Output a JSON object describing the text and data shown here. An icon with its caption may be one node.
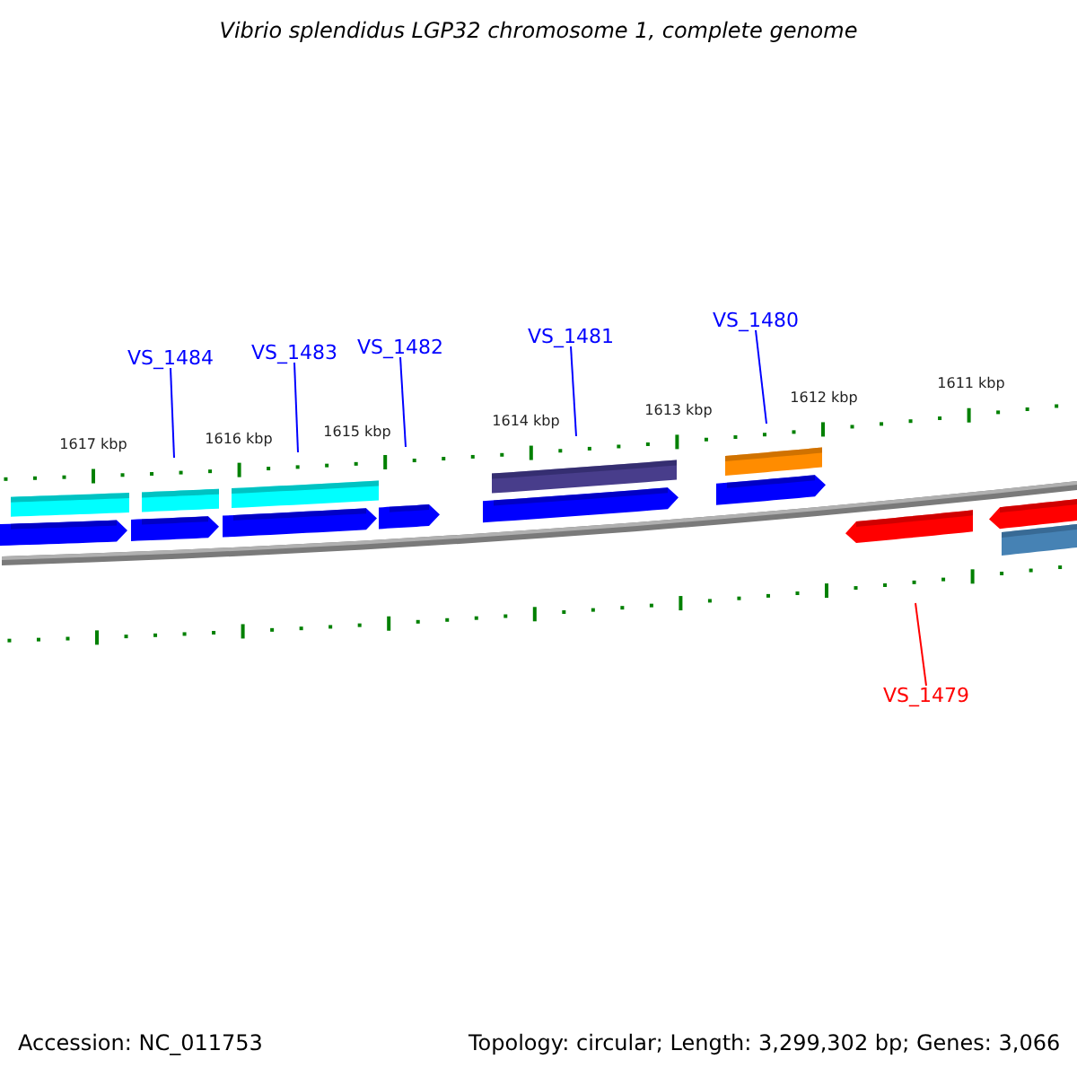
{
  "diagram": {
    "title": "Vibrio splendidus LGP32 chromosome 1, complete genome",
    "nodes": [
      {
        "text": [
          "VS_1484"
        ]
      },
      {
        "text": [
          "VS_1483"
        ]
      },
      {
        "text": [
          "VS_1482"
        ]
      },
      {
        "text": [
          "VS_1481"
        ]
      },
      {
        "text": [
          "VS_1480"
        ]
      },
      {
        "text": [
          "VS_1479"
        ]
      }
    ],
    "edges": [
      {
        "from": 0,
        "to": null,
        "arrow": "none"
      },
      {
        "from": 1,
        "to": null,
        "arrow": "none"
      },
      {
        "from": 2,
        "to": null,
        "arrow": "none"
      },
      {
        "from": 3,
        "to": null,
        "arrow": "none"
      },
      {
        "from": 4,
        "to": null,
        "arrow": "none"
      },
      {
        "from": 5,
        "to": null,
        "arrow": "none",
        "color": "#ff0000"
      }
    ],
    "labels": [
      "1617 kbp",
      "1616 kbp",
      "1615 kbp",
      "1614 kbp",
      "1613 kbp",
      "1612 kbp",
      "1611 kbp",
      "Accession: NC_011753",
      "Topology: circular; Length: 3,299,302 bp; Genes: 3,066"
    ]
  }
}
